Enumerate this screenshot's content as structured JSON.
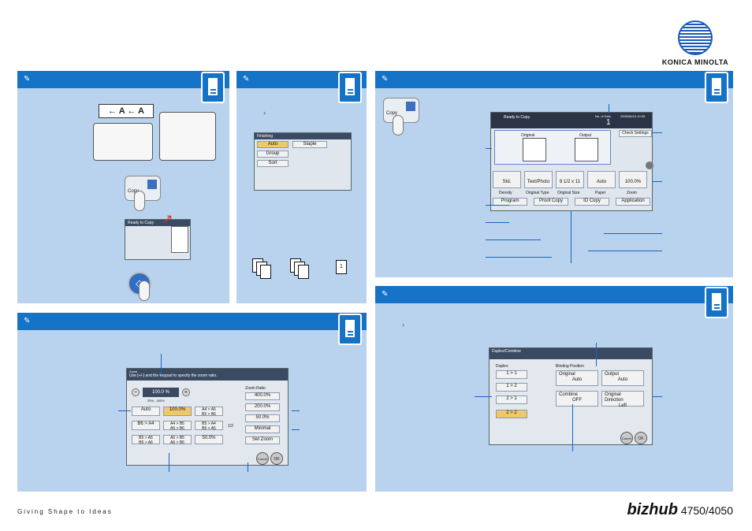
{
  "brand": {
    "name": "KONICA MINOLTA",
    "tagline": "Giving Shape to Ideas",
    "model_prefix": "bizhub",
    "model_suffix": "4750/4050"
  },
  "panels": {
    "p1": {
      "pen": "✎"
    },
    "p2": {
      "pen": "✎",
      "bullet": "›"
    },
    "p3": {
      "pen": "✎"
    },
    "p4": {
      "pen": "✎"
    },
    "p5": {
      "pen": "✎",
      "bullet": "›"
    }
  },
  "p1": {
    "arrows": "← A ← A",
    "copy_key": "Copy",
    "start_icon": "◇",
    "mini_screen": {
      "title": "Ready to Copy"
    }
  },
  "p2": {
    "screen_title": "Finishing",
    "items": [
      "Auto",
      "Group",
      "Sort"
    ],
    "staple": "Staple",
    "page_label": "1"
  },
  "copy_screen": {
    "copy_key": "Copy",
    "status": "Ready to Copy",
    "no_of_sets_label": "No. of Sets",
    "no_of_sets": "1",
    "datetime": "2005/06/13 10:05",
    "check_settings": "Check Settings",
    "original_label": "Original",
    "output_label": "Output",
    "tiles": [
      {
        "value": "Std.",
        "label": "Density"
      },
      {
        "value": "Text/Photo",
        "label": "Original Type"
      },
      {
        "value": "8 1/2 x 11",
        "label": "Original Size"
      },
      {
        "value": "Auto",
        "label": "Paper"
      },
      {
        "value": "100.0%",
        "label": "Zoom"
      }
    ],
    "bottom_buttons": [
      "Program",
      "Proof Copy",
      "ID Copy",
      "Application"
    ]
  },
  "zoom_screen": {
    "title": "Zoom",
    "instruction": "Use [+/-] and the keypad to specify the zoom ratio.",
    "value": "100.0 %",
    "range": "25% - 400%",
    "grid": [
      [
        "Auto",
        "100.0%",
        "A4 > A5\nB5 > B6"
      ],
      [
        "B6 > A4",
        "A4 > B5\nA5 > B6",
        "B5 > A4\nB6 > A5"
      ],
      [
        "B5 > A5\nB6 > A6",
        "A5 > B5\nA6 > B6",
        "50.0%"
      ]
    ],
    "page": "1/2",
    "zoom_ratio_label": "Zoom Ratio",
    "ratios": [
      "400.0%",
      "200.0%",
      "50.0%",
      "Minimal",
      "Set Zoom"
    ],
    "cancel": "Cancel",
    "ok": "OK"
  },
  "duplex_screen": {
    "title": "Duplex/Combine",
    "duplex_label": "Duplex",
    "duplex_options": [
      "1 > 1",
      "1 > 2",
      "2 > 1",
      "2 > 2"
    ],
    "binding_label": "Binding Position",
    "original_label": "Original",
    "original_value": "Auto",
    "output_label": "Output",
    "output_value": "Auto",
    "combine_label": "Combine",
    "combine_value": "OFF",
    "direction_label": "Original Direction",
    "direction_value": "Left",
    "cancel": "Cancel",
    "ok": "OK"
  }
}
